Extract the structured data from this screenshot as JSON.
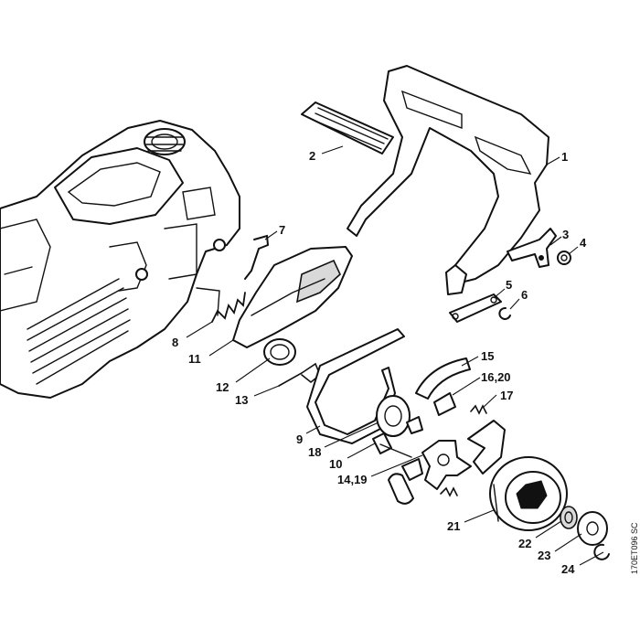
{
  "drawing_code": "170ET096 SC",
  "callouts": [
    "1",
    "2",
    "3",
    "4",
    "5",
    "6",
    "7",
    "8",
    "11",
    "12",
    "13",
    "15",
    "16,20",
    "17",
    "9",
    "18",
    "10",
    "14,19",
    "21",
    "22",
    "23",
    "24"
  ]
}
